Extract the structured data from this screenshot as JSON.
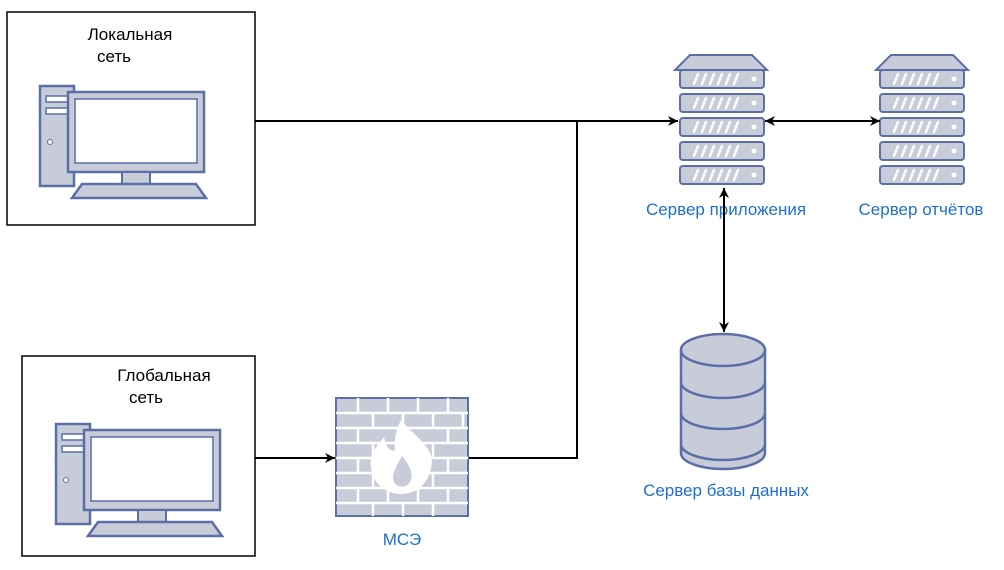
{
  "nodes": {
    "local_network": {
      "label_line1": "Локальная",
      "label_line2": "сеть"
    },
    "global_network": {
      "label_line1": "Глобальная",
      "label_line2": "сеть"
    },
    "firewall": {
      "label": "МСЭ"
    },
    "app_server": {
      "label": "Сервер приложения"
    },
    "report_server": {
      "label": "Сервер отчётов"
    },
    "db_server": {
      "label": "Сервер базы данных"
    }
  },
  "colors": {
    "icon_fill": "#c8ccd8",
    "icon_stroke": "#5a6ea8",
    "label_blue": "#1f6fd1",
    "line": "#000000"
  }
}
